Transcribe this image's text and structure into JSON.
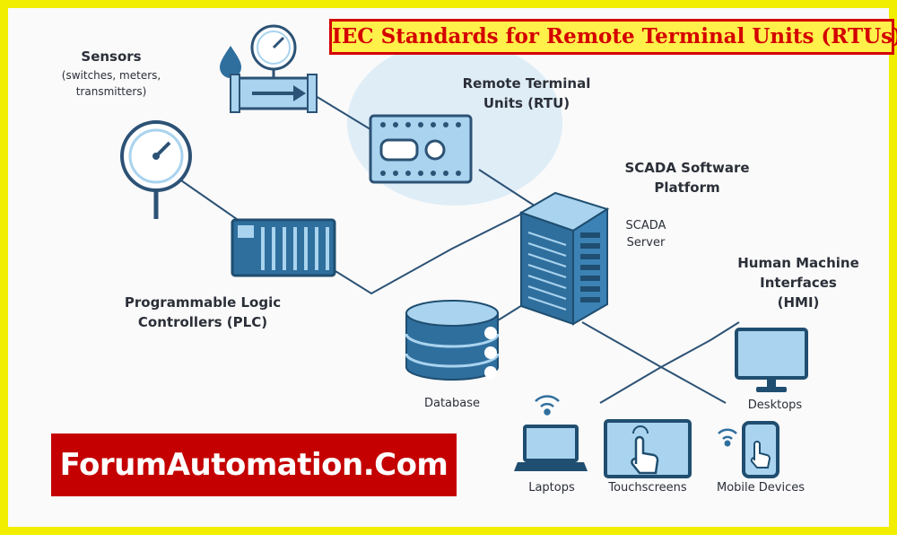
{
  "title": "IEC Standards for Remote Terminal Units (RTUs)",
  "brand": "ForumAutomation.Com",
  "nodes": {
    "sensors": {
      "label": "Sensors",
      "sublabel": "(switches, meters,",
      "sublabel2": "transmitters)"
    },
    "rtu": {
      "line1": "Remote Terminal",
      "line2": "Units (RTU)"
    },
    "scada_platform": {
      "line1": "SCADA Software",
      "line2": "Platform"
    },
    "scada_server": {
      "line1": "SCADA",
      "line2": "Server"
    },
    "plc": {
      "line1": "Programmable Logic",
      "line2": "Controllers (PLC)"
    },
    "hmi": {
      "line1": "Human Machine",
      "line2": "Interfaces",
      "line3": "(HMI)"
    },
    "database": {
      "label": "Database"
    },
    "desktops": {
      "label": "Desktops"
    },
    "laptops": {
      "label": "Laptops"
    },
    "touchscreens": {
      "label": "Touchscreens"
    },
    "mobile": {
      "label": "Mobile Devices"
    }
  },
  "colors": {
    "frame": "#f2ee00",
    "title_text": "#d40000",
    "title_bg": "#fff04a",
    "brand_bg": "#c40000",
    "device_blue": "#2f6f9e",
    "device_light": "#a9d3ee",
    "line": "#2c5275"
  }
}
